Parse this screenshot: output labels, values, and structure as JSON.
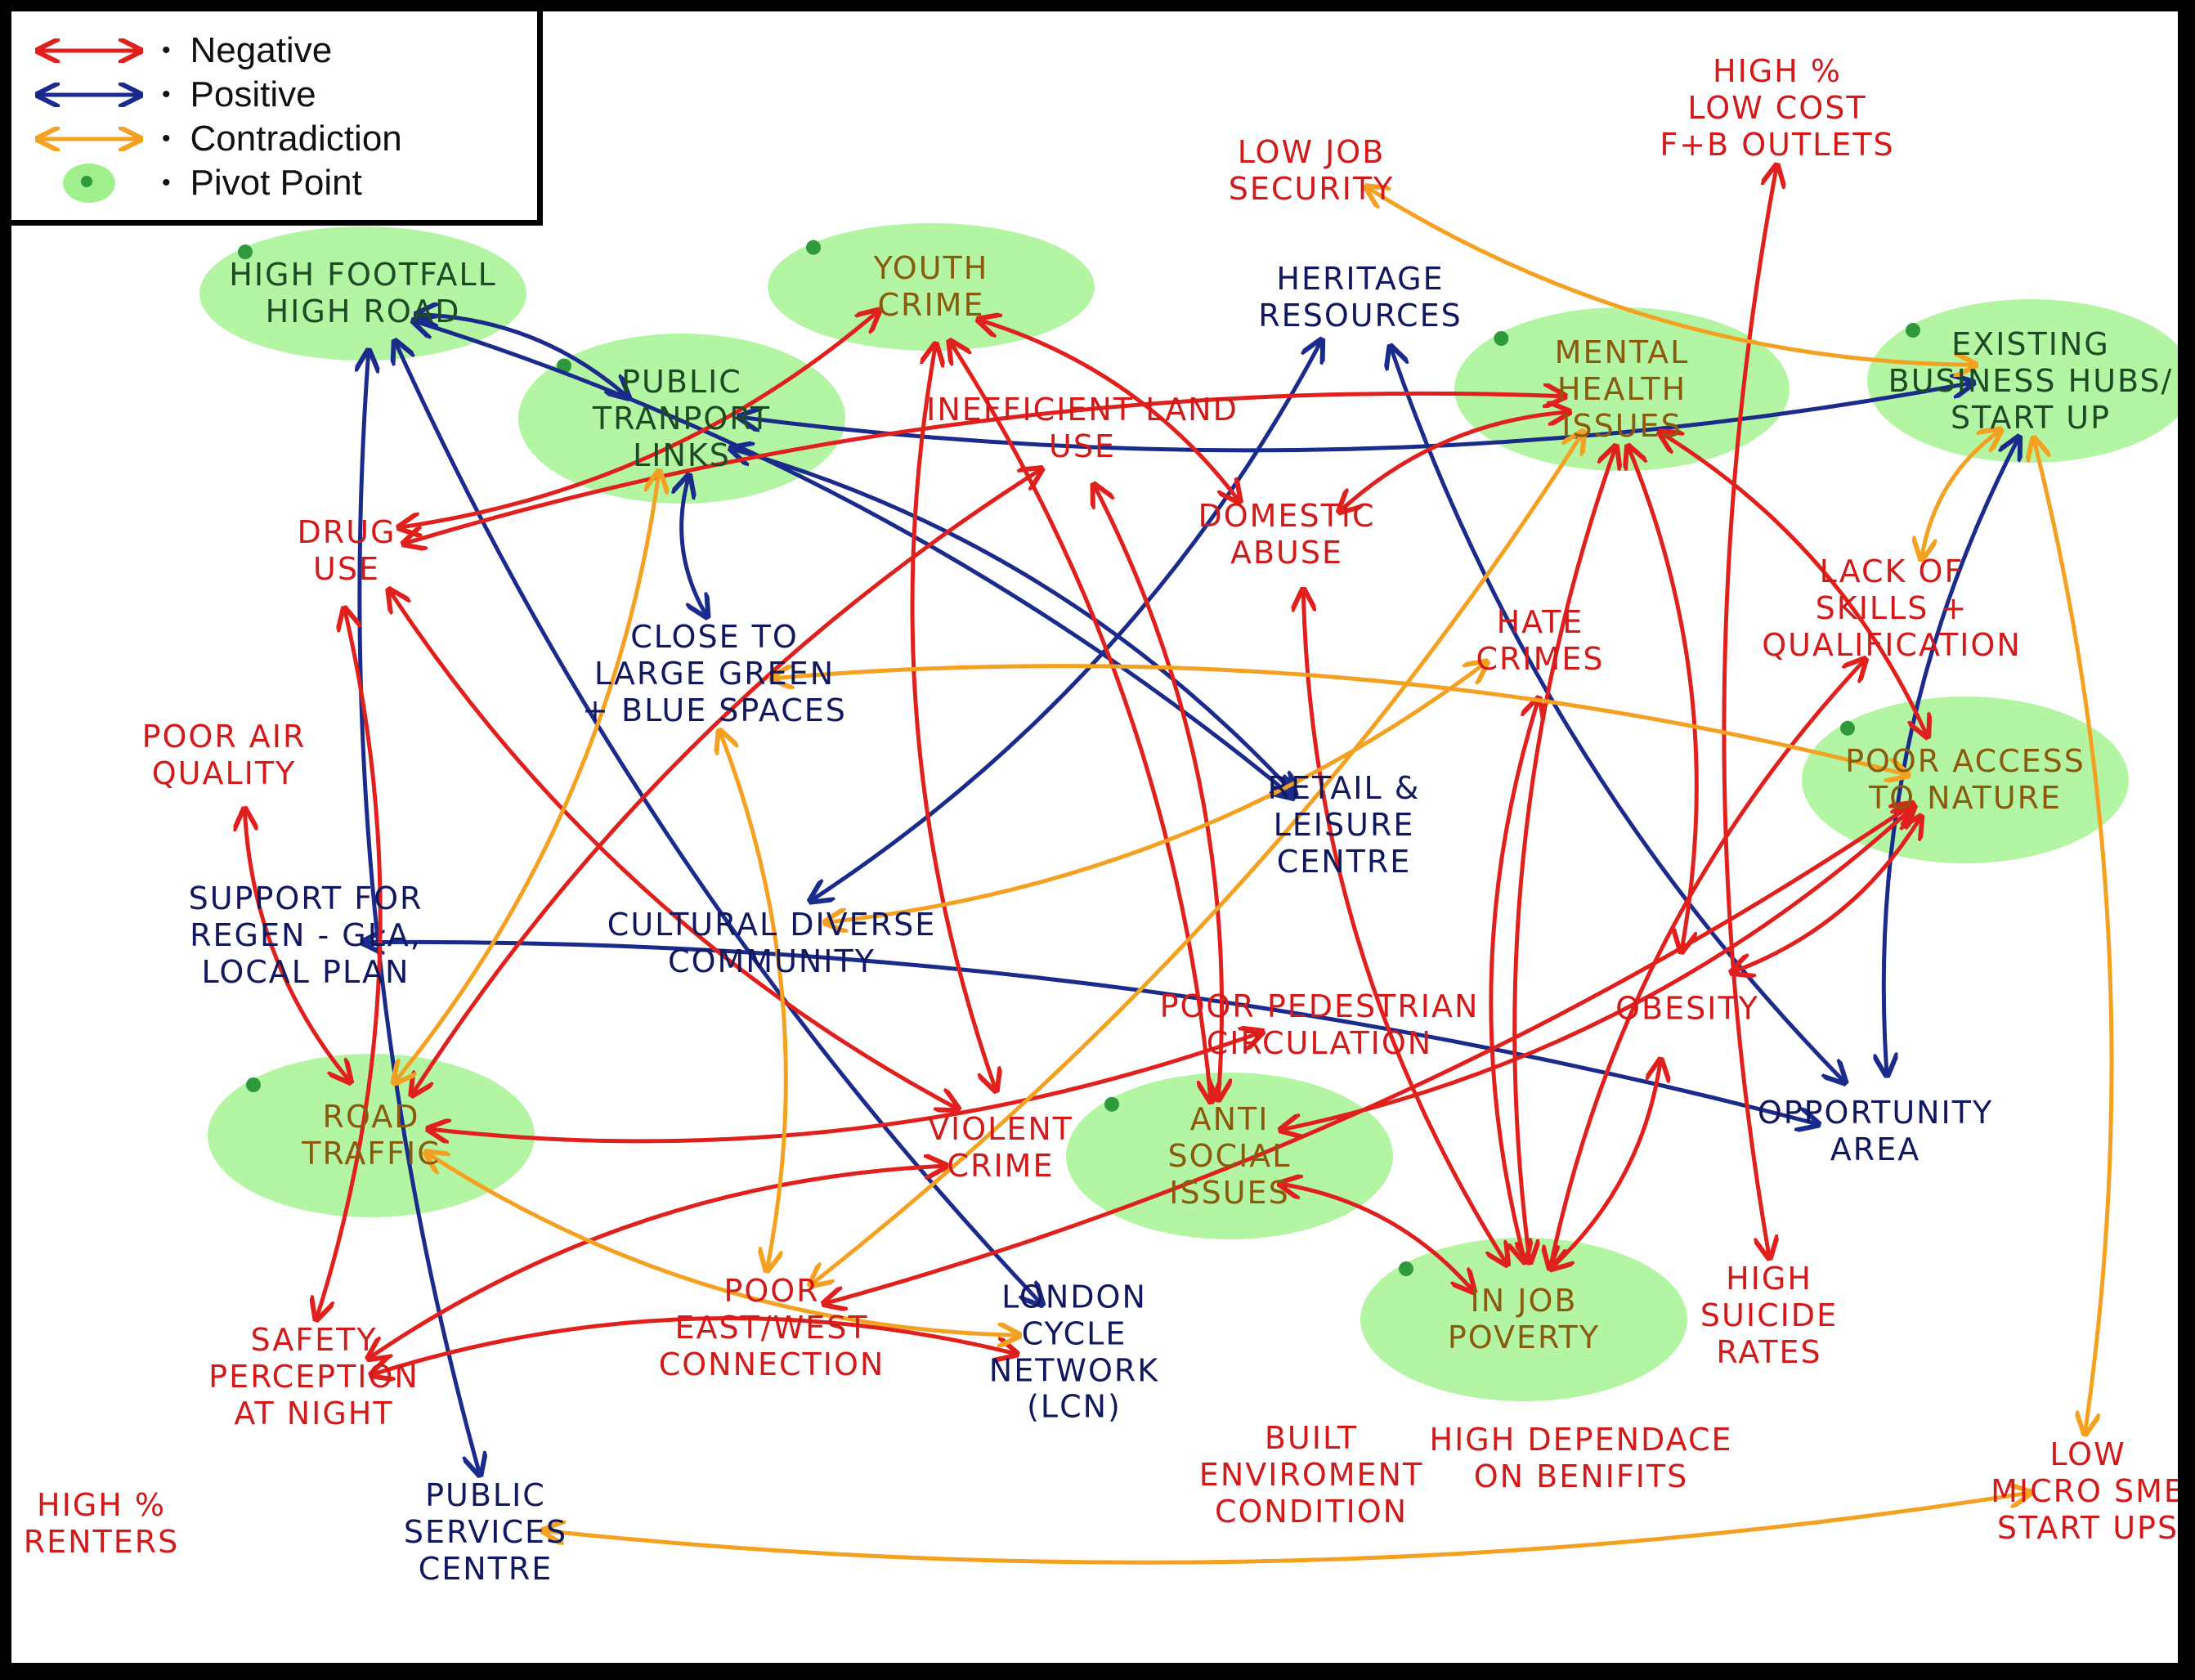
{
  "legend": {
    "items": [
      {
        "label": "Negative",
        "color": "#e0201c",
        "kind": "arrow",
        "icon": "red-double-arrow-icon"
      },
      {
        "label": "Positive",
        "color": "#1b2b8c",
        "kind": "arrow",
        "icon": "blue-double-arrow-icon"
      },
      {
        "label": "Contradiction",
        "color": "#f4a020",
        "kind": "arrow",
        "icon": "orange-double-arrow-icon"
      },
      {
        "label": "Pivot Point",
        "color": "#9ff08c",
        "kind": "dot",
        "icon": "green-pivot-dot-icon"
      }
    ]
  },
  "colors": {
    "negative": "#e0201c",
    "positive": "#1b2b8c",
    "contradiction": "#f4a020",
    "pivot": "#b3f5a3",
    "negative_text": "#d11a1a",
    "positive_text": "#11185e",
    "pivot_text": "#8a5a0e",
    "pivot_text_dark": "#1f4a26"
  },
  "nodes": [
    {
      "id": "high-footfall",
      "lines": [
        "High Footfall",
        "High Road"
      ],
      "pivot": true,
      "color": "#1f4a26"
    },
    {
      "id": "youth-crime",
      "lines": [
        "Youth",
        "Crime"
      ],
      "pivot": true,
      "color": "#8a5a0e"
    },
    {
      "id": "public-transport",
      "lines": [
        "Public",
        "Tranport",
        "Links"
      ],
      "pivot": true,
      "color": "#1f4a26"
    },
    {
      "id": "heritage",
      "lines": [
        "Heritage",
        "Resources"
      ],
      "pivot": false,
      "color": "#11185e"
    },
    {
      "id": "mental-health",
      "lines": [
        "Mental",
        "Health",
        "Issues"
      ],
      "pivot": true,
      "color": "#8a5a0e"
    },
    {
      "id": "existing-business",
      "lines": [
        "Existing",
        "Business Hubs/",
        "Start up"
      ],
      "pivot": true,
      "color": "#1f4a26"
    },
    {
      "id": "low-job",
      "lines": [
        "Low Job",
        "Security"
      ],
      "pivot": false,
      "color": "#d11a1a"
    },
    {
      "id": "high-fb",
      "lines": [
        "High %",
        "Low cost",
        "F+B Outlets"
      ],
      "pivot": false,
      "color": "#d11a1a"
    },
    {
      "id": "inefficient-land",
      "lines": [
        "Inefficient Land",
        "Use"
      ],
      "pivot": false,
      "color": "#d11a1a"
    },
    {
      "id": "drug-use",
      "lines": [
        "Drug",
        "Use"
      ],
      "pivot": false,
      "color": "#d11a1a"
    },
    {
      "id": "domestic-abuse",
      "lines": [
        "Domestic",
        "Abuse"
      ],
      "pivot": false,
      "color": "#d11a1a"
    },
    {
      "id": "close-green",
      "lines": [
        "Close to",
        "Large Green",
        "+ Blue Spaces"
      ],
      "pivot": false,
      "color": "#11185e"
    },
    {
      "id": "hate-crimes",
      "lines": [
        "Hate",
        "Crimes"
      ],
      "pivot": false,
      "color": "#d11a1a"
    },
    {
      "id": "lack-skills",
      "lines": [
        "Lack of",
        "Skills +",
        "Qualification"
      ],
      "pivot": false,
      "color": "#d11a1a"
    },
    {
      "id": "poor-air",
      "lines": [
        "Poor Air",
        "Quality"
      ],
      "pivot": false,
      "color": "#d11a1a"
    },
    {
      "id": "retail",
      "lines": [
        "Retail &",
        "Leisure",
        "Centre"
      ],
      "pivot": false,
      "color": "#11185e"
    },
    {
      "id": "poor-nature",
      "lines": [
        "Poor Access",
        "To Nature"
      ],
      "pivot": true,
      "color": "#8a5a0e"
    },
    {
      "id": "support-regen",
      "lines": [
        "Support for",
        "Regen - GLA,",
        "Local Plan"
      ],
      "pivot": false,
      "color": "#11185e"
    },
    {
      "id": "cultural",
      "lines": [
        "Cultural Diverse",
        "Community"
      ],
      "pivot": false,
      "color": "#11185e"
    },
    {
      "id": "poor-ped",
      "lines": [
        "Poor Pedestrian",
        "Circulation"
      ],
      "pivot": false,
      "color": "#d11a1a"
    },
    {
      "id": "obesity",
      "lines": [
        "Obesity"
      ],
      "pivot": false,
      "color": "#d11a1a"
    },
    {
      "id": "road-traffic",
      "lines": [
        "Road",
        "Traffic"
      ],
      "pivot": true,
      "color": "#8a5a0e"
    },
    {
      "id": "violent-crime",
      "lines": [
        "Violent",
        "Crime"
      ],
      "pivot": false,
      "color": "#d11a1a"
    },
    {
      "id": "anti-social",
      "lines": [
        "Anti",
        "Social",
        "Issues"
      ],
      "pivot": true,
      "color": "#8a5a0e"
    },
    {
      "id": "opportunity",
      "lines": [
        "Opportunity",
        "Area"
      ],
      "pivot": false,
      "color": "#11185e"
    },
    {
      "id": "poor-ew",
      "lines": [
        "Poor",
        "East/West",
        "Connection"
      ],
      "pivot": false,
      "color": "#d11a1a"
    },
    {
      "id": "london-cycle",
      "lines": [
        "London",
        "Cycle",
        "Network",
        "(LCN)"
      ],
      "pivot": false,
      "color": "#11185e"
    },
    {
      "id": "in-job-poverty",
      "lines": [
        "In Job",
        "Poverty"
      ],
      "pivot": true,
      "color": "#8a5a0e"
    },
    {
      "id": "high-suicide",
      "lines": [
        "High",
        "Suicide",
        "Rates"
      ],
      "pivot": false,
      "color": "#d11a1a"
    },
    {
      "id": "safety",
      "lines": [
        "Safety",
        "Perception",
        "at Night"
      ],
      "pivot": false,
      "color": "#d11a1a"
    },
    {
      "id": "high-dependance",
      "lines": [
        "High Dependace",
        "on Benifits"
      ],
      "pivot": false,
      "color": "#d11a1a"
    },
    {
      "id": "built-env",
      "lines": [
        "Built",
        "Enviroment",
        "Condition"
      ],
      "pivot": false,
      "color": "#d11a1a"
    },
    {
      "id": "low-micro",
      "lines": [
        "Low",
        "Micro SME",
        "Start ups"
      ],
      "pivot": false,
      "color": "#d11a1a"
    },
    {
      "id": "high-renters",
      "lines": [
        "High %",
        "Renters"
      ],
      "pivot": false,
      "color": "#d11a1a"
    },
    {
      "id": "public-services",
      "lines": [
        "Public",
        "Services",
        "Centre"
      ],
      "pivot": false,
      "color": "#11185e"
    }
  ],
  "edges": [
    {
      "from": "high-footfall",
      "to": "public-transport",
      "type": "positive"
    },
    {
      "from": "high-footfall",
      "to": "public-services",
      "type": "positive"
    },
    {
      "from": "high-footfall",
      "to": "retail",
      "type": "positive"
    },
    {
      "from": "public-transport",
      "to": "close-green",
      "type": "positive"
    },
    {
      "from": "public-transport",
      "to": "retail",
      "type": "positive"
    },
    {
      "from": "public-transport",
      "to": "existing-business",
      "type": "positive"
    },
    {
      "from": "heritage",
      "to": "cultural",
      "type": "positive"
    },
    {
      "from": "heritage",
      "to": "opportunity",
      "type": "positive"
    },
    {
      "from": "support-regen",
      "to": "opportunity",
      "type": "positive"
    },
    {
      "from": "existing-business",
      "to": "opportunity",
      "type": "positive"
    },
    {
      "from": "london-cycle",
      "to": "high-footfall",
      "type": "positive"
    },
    {
      "from": "drug-use",
      "to": "youth-crime",
      "type": "negative"
    },
    {
      "from": "drug-use",
      "to": "mental-health",
      "type": "negative"
    },
    {
      "from": "drug-use",
      "to": "violent-crime",
      "type": "negative"
    },
    {
      "from": "youth-crime",
      "to": "domestic-abuse",
      "type": "negative"
    },
    {
      "from": "youth-crime",
      "to": "violent-crime",
      "type": "negative"
    },
    {
      "from": "youth-crime",
      "to": "anti-social",
      "type": "negative"
    },
    {
      "from": "mental-health",
      "to": "domestic-abuse",
      "type": "negative"
    },
    {
      "from": "mental-health",
      "to": "obesity",
      "type": "negative"
    },
    {
      "from": "mental-health",
      "to": "in-job-poverty",
      "type": "negative"
    },
    {
      "from": "road-traffic",
      "to": "poor-air",
      "type": "negative"
    },
    {
      "from": "road-traffic",
      "to": "poor-ped",
      "type": "negative"
    },
    {
      "from": "road-traffic",
      "to": "inefficient-land",
      "type": "negative"
    },
    {
      "from": "violent-crime",
      "to": "safety",
      "type": "negative"
    },
    {
      "from": "safety",
      "to": "london-cycle",
      "type": "negative"
    },
    {
      "from": "anti-social",
      "to": "poor-nature",
      "type": "negative"
    },
    {
      "from": "anti-social",
      "to": "in-job-poverty",
      "type": "negative"
    },
    {
      "from": "anti-social",
      "to": "inefficient-land",
      "type": "negative"
    },
    {
      "from": "in-job-poverty",
      "to": "hate-crimes",
      "type": "negative"
    },
    {
      "from": "in-job-poverty",
      "to": "obesity",
      "type": "negative"
    },
    {
      "from": "in-job-poverty",
      "to": "lack-skills",
      "type": "negative"
    },
    {
      "from": "high-fb",
      "to": "high-suicide",
      "type": "negative"
    },
    {
      "from": "poor-nature",
      "to": "obesity",
      "type": "negative"
    },
    {
      "from": "poor-nature",
      "to": "mental-health",
      "type": "negative"
    },
    {
      "from": "poor-nature",
      "to": "poor-ew",
      "type": "negative"
    },
    {
      "from": "domestic-abuse",
      "to": "in-job-poverty",
      "type": "negative"
    },
    {
      "from": "drug-use",
      "to": "safety",
      "type": "negative"
    },
    {
      "from": "low-job",
      "to": "existing-business",
      "type": "contradiction"
    },
    {
      "from": "close-green",
      "to": "poor-nature",
      "type": "contradiction"
    },
    {
      "from": "cultural",
      "to": "hate-crimes",
      "type": "contradiction"
    },
    {
      "from": "public-transport",
      "to": "road-traffic",
      "type": "contradiction"
    },
    {
      "from": "existing-business",
      "to": "lack-skills",
      "type": "contradiction"
    },
    {
      "from": "existing-business",
      "to": "low-micro",
      "type": "contradiction"
    },
    {
      "from": "public-services",
      "to": "low-micro",
      "type": "contradiction"
    },
    {
      "from": "close-green",
      "to": "poor-ew",
      "type": "contradiction"
    },
    {
      "from": "road-traffic",
      "to": "london-cycle",
      "type": "contradiction"
    },
    {
      "from": "mental-health",
      "to": "poor-ew",
      "type": "contradiction"
    }
  ]
}
